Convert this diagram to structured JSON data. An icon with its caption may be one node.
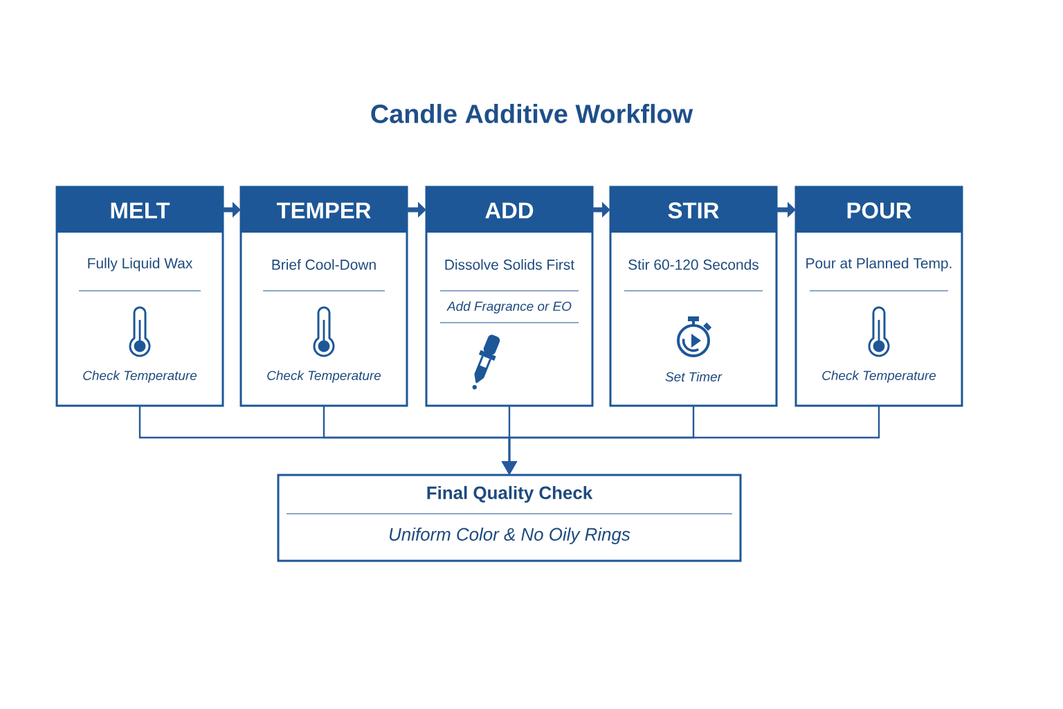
{
  "diagram": {
    "title": "Candle Additive Workflow",
    "nodes": [
      {
        "text": [
          "MELT",
          "Fully Liquid Wax",
          "Check Temperature"
        ]
      },
      {
        "text": [
          "TEMPER",
          "Brief Cool-Down",
          "Check Temperature"
        ]
      },
      {
        "text": [
          "ADD",
          "Dissolve Solids First",
          "Add Fragrance or EO"
        ]
      },
      {
        "text": [
          "STIR",
          "Stir 60-120 Seconds",
          "Set Timer"
        ]
      },
      {
        "text": [
          "POUR",
          "Pour at Planned Temp.",
          "Check Temperature"
        ]
      },
      {
        "text": [
          "Final Quality Check",
          "Uniform Color & No Oily Rings"
        ]
      }
    ],
    "edges": [
      {
        "from": 0,
        "to": 1,
        "arrow": "to",
        "style": "thick"
      },
      {
        "from": 1,
        "to": 2,
        "arrow": "to",
        "style": "thick"
      },
      {
        "from": 2,
        "to": 3,
        "arrow": "to",
        "style": "thick"
      },
      {
        "from": 3,
        "to": 4,
        "arrow": "to",
        "style": "thick"
      },
      {
        "from": 0,
        "to": 5,
        "arrow": "to"
      },
      {
        "from": 1,
        "to": 5,
        "arrow": "to"
      },
      {
        "from": 2,
        "to": 5,
        "arrow": "to"
      },
      {
        "from": 3,
        "to": 5,
        "arrow": "to"
      },
      {
        "from": 4,
        "to": 5,
        "arrow": "to"
      }
    ]
  }
}
